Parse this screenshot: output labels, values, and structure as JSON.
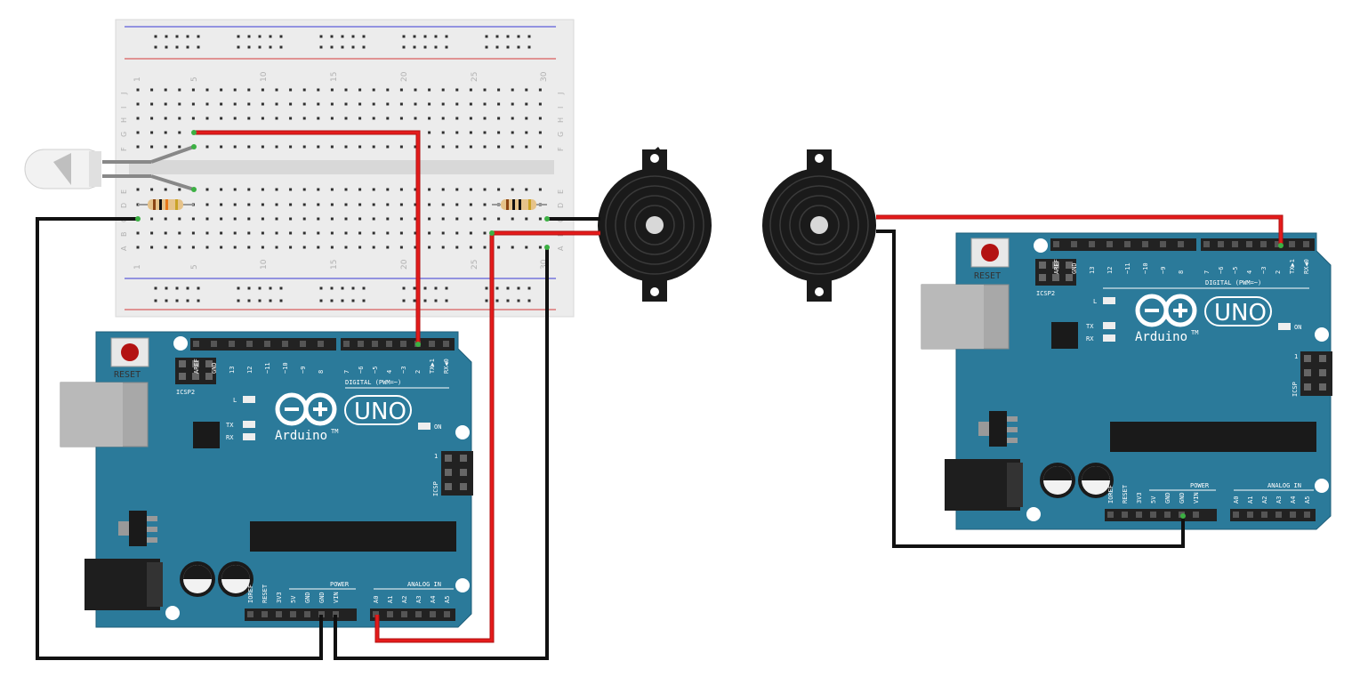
{
  "breadboard": {
    "column_numbers": [
      "1",
      "5",
      "10",
      "15",
      "20",
      "25",
      "30"
    ],
    "row_letters_top": [
      "J",
      "I",
      "H",
      "G",
      "F"
    ],
    "row_letters_bottom": [
      "E",
      "D",
      "C",
      "B",
      "A"
    ]
  },
  "boards": [
    {
      "reset_label": "RESET",
      "icsp2_label": "ICSP2",
      "icsp_label": "ICSP",
      "brand": "Arduino",
      "model": "UNO",
      "trademark": "TM",
      "digital_label": "DIGITAL (PWM=~)",
      "led_l": "L",
      "led_tx": "TX",
      "led_rx": "RX",
      "led_on": "ON",
      "power_label": "POWER",
      "analog_label": "ANALOG IN",
      "top_pins": [
        "AREF",
        "GND",
        "13",
        "12",
        "~11",
        "~10",
        "~9",
        "8",
        "7",
        "~6",
        "~5",
        "4",
        "~3",
        "2",
        "TX▶1",
        "RX◀0"
      ],
      "power_pins": [
        "IOREF",
        "RESET",
        "3V3",
        "5V",
        "GND",
        "GND",
        "VIN"
      ],
      "analog_pins": [
        "A0",
        "A1",
        "A2",
        "A3",
        "A4",
        "A5"
      ],
      "icsp_pin1": "1"
    },
    {
      "reset_label": "RESET",
      "icsp2_label": "ICSP2",
      "icsp_label": "ICSP",
      "brand": "Arduino",
      "model": "UNO",
      "trademark": "TM",
      "digital_label": "DIGITAL (PWM=~)",
      "led_l": "L",
      "led_tx": "TX",
      "led_rx": "RX",
      "led_on": "ON",
      "power_label": "POWER",
      "analog_label": "ANALOG IN",
      "top_pins": [
        "AREF",
        "GND",
        "13",
        "12",
        "~11",
        "~10",
        "~9",
        "8",
        "7",
        "~6",
        "~5",
        "4",
        "~3",
        "2",
        "TX▶1",
        "RX◀0"
      ],
      "power_pins": [
        "IOREF",
        "RESET",
        "3V3",
        "5V",
        "GND",
        "GND",
        "VIN"
      ],
      "analog_pins": [
        "A0",
        "A1",
        "A2",
        "A3",
        "A4",
        "A5"
      ],
      "icsp_pin1": "1"
    }
  ],
  "colors": {
    "board": "#2b7a9a",
    "board_dark": "#1f5f7a",
    "wire_red": "#e51b1b",
    "wire_black": "#111111",
    "breadboard": "#ececec",
    "rail_red": "#d43a3a",
    "rail_blue": "#3a3ad4",
    "active_hole": "#3cb043"
  }
}
